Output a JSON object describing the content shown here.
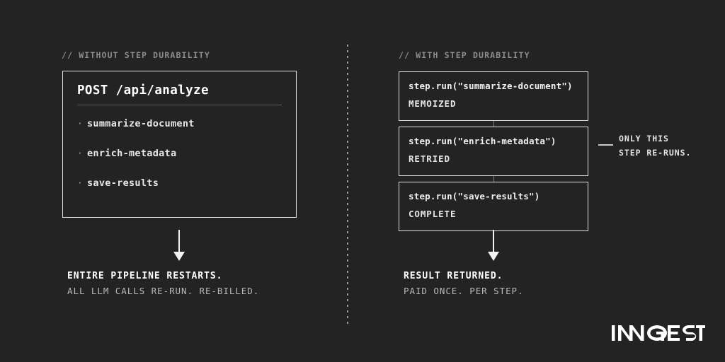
{
  "theme": {
    "background": "#232323",
    "stroke": "#e2e2e2",
    "text_primary": "#ffffff",
    "text_muted": "#8d8d8d",
    "text_secondary": "#b9b9b9",
    "connector": "#7e7e7e"
  },
  "left_column": {
    "comment": "// WITHOUT STEP DURABILITY",
    "request_card": {
      "title": "POST /api/analyze",
      "bullet_glyph": "·",
      "items": [
        {
          "label": "summarize-document"
        },
        {
          "label": "enrich-metadata"
        },
        {
          "label": "save-results"
        }
      ]
    },
    "arrow": "down-arrow",
    "outcome": {
      "headline": "ENTIRE PIPELINE RESTARTS.",
      "detail": "ALL LLM CALLS RE-RUN. RE-BILLED."
    }
  },
  "right_column": {
    "comment": "// WITH STEP DURABILITY",
    "steps": [
      {
        "call": "step.run(\"summarize-document\")",
        "status": "MEMOIZED"
      },
      {
        "call": "step.run(\"enrich-metadata\")",
        "status": "RETRIED"
      },
      {
        "call": "step.run(\"save-results\")",
        "status": "COMPLETE"
      }
    ],
    "callout": {
      "line1": "ONLY THIS",
      "line2": "STEP RE-RUNS."
    },
    "arrow": "down-arrow",
    "outcome": {
      "headline": "RESULT RETURNED.",
      "detail": "PAID ONCE. PER STEP."
    }
  },
  "brand": {
    "name": "INNGEST"
  }
}
